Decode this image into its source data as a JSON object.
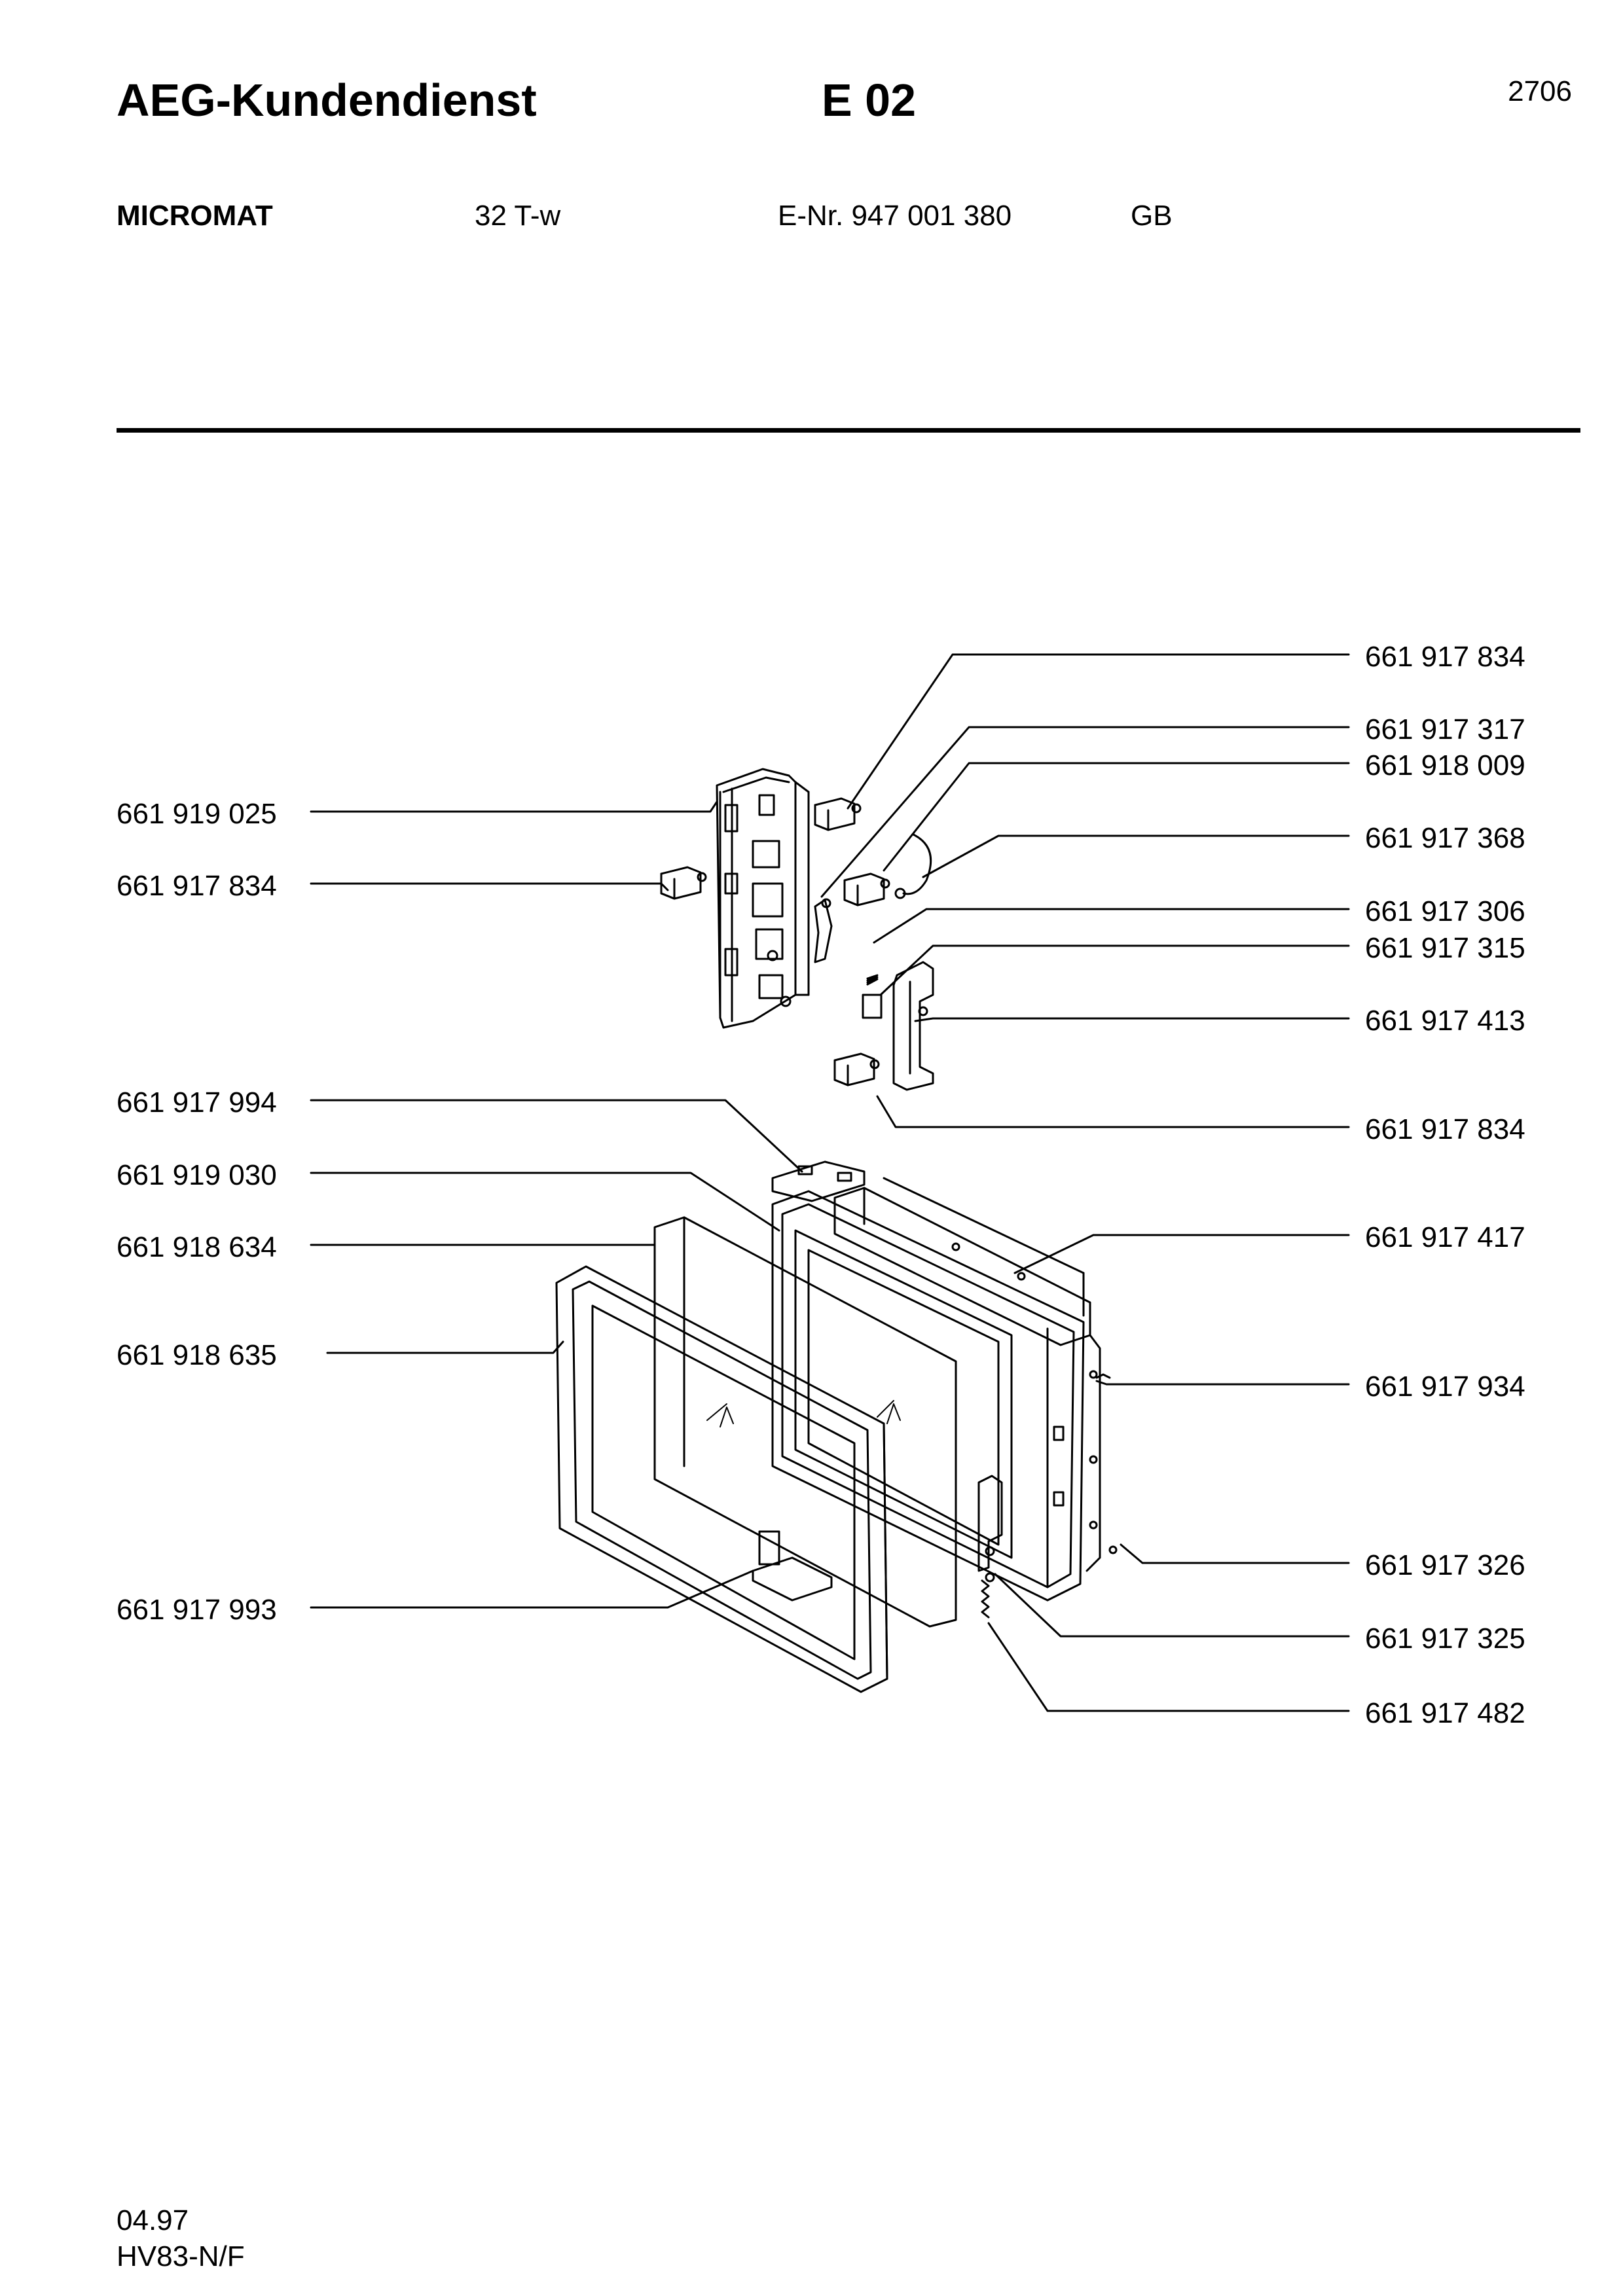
{
  "header": {
    "brand": "AEG-Kundendienst",
    "sheet": "E 02",
    "page_number": "2706"
  },
  "product": {
    "model": "MICROMAT",
    "variant": "32 T-w",
    "e_number": "E-Nr. 947 001 380",
    "language": "GB"
  },
  "footer": {
    "date": "04.97",
    "code": "HV83-N/F"
  },
  "parts_left": [
    "661 919 025",
    "661 917 834",
    "661 917 994",
    "661 919 030",
    "661 918 634",
    "661 918 635",
    "661 917 993"
  ],
  "parts_right": [
    "661 917 834",
    "661 917 317",
    "661 918 009",
    "661 917 368",
    "661 917 306",
    "661 917 315",
    "661 917 413",
    "661 917 834",
    "661 917 417",
    "661 917 934",
    "661 917 326",
    "661 917 325",
    "661 917 482"
  ]
}
